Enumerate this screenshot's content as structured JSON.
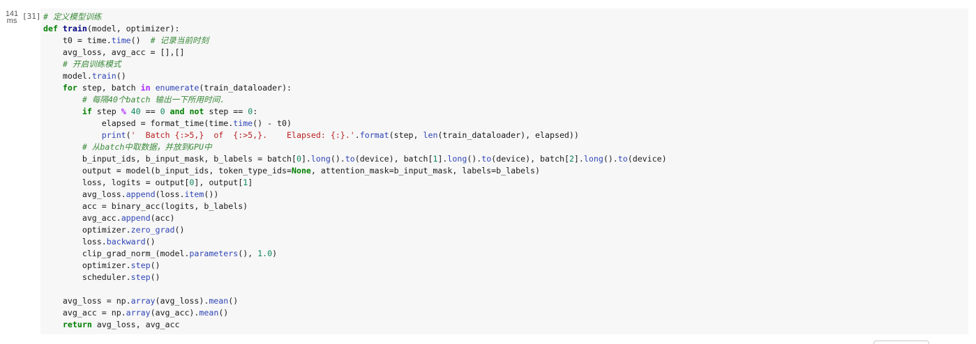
{
  "cell": {
    "exec_time_value": "141",
    "exec_time_unit": "ms",
    "exec_count": "[31]",
    "lines": [
      [
        [
          "cm",
          "# 定义模型训练"
        ]
      ],
      [
        [
          "kw2",
          "def "
        ],
        [
          "def",
          "train"
        ],
        [
          "txt",
          "(model, optimizer):"
        ]
      ],
      [
        [
          "txt",
          "    t0 = time."
        ],
        [
          "fn",
          "time"
        ],
        [
          "txt",
          "()  "
        ],
        [
          "cm",
          "# 记录当前时刻"
        ]
      ],
      [
        [
          "txt",
          "    avg_loss, avg_acc = [],[]"
        ]
      ],
      [
        [
          "txt",
          "    "
        ],
        [
          "cm",
          "# 开启训练模式"
        ]
      ],
      [
        [
          "txt",
          "    model."
        ],
        [
          "fn",
          "train"
        ],
        [
          "txt",
          "()"
        ]
      ],
      [
        [
          "txt",
          "    "
        ],
        [
          "kw2",
          "for"
        ],
        [
          "txt",
          " step, batch "
        ],
        [
          "op",
          "in"
        ],
        [
          "txt",
          " "
        ],
        [
          "fn",
          "enumerate"
        ],
        [
          "txt",
          "(train_dataloader):"
        ]
      ],
      [
        [
          "txt",
          "        "
        ],
        [
          "cm",
          "# 每隔40个batch 输出一下所用时间."
        ]
      ],
      [
        [
          "txt",
          "        "
        ],
        [
          "kw2",
          "if"
        ],
        [
          "txt",
          " step "
        ],
        [
          "op",
          "%"
        ],
        [
          "txt",
          " "
        ],
        [
          "num",
          "40"
        ],
        [
          "txt",
          " == "
        ],
        [
          "num",
          "0"
        ],
        [
          "txt",
          " "
        ],
        [
          "kw2",
          "and not"
        ],
        [
          "txt",
          " step == "
        ],
        [
          "num",
          "0"
        ],
        [
          "txt",
          ":"
        ]
      ],
      [
        [
          "txt",
          "            elapsed = format_time(time."
        ],
        [
          "fn",
          "time"
        ],
        [
          "txt",
          "() - t0)"
        ]
      ],
      [
        [
          "txt",
          "            "
        ],
        [
          "fn",
          "print"
        ],
        [
          "txt",
          "("
        ],
        [
          "str",
          "'  Batch {:>5,}  of  {:>5,}.    Elapsed: {:}.'"
        ],
        [
          "txt",
          "."
        ],
        [
          "fn",
          "format"
        ],
        [
          "txt",
          "(step, "
        ],
        [
          "fn",
          "len"
        ],
        [
          "txt",
          "(train_dataloader), elapsed))"
        ]
      ],
      [
        [
          "txt",
          "        "
        ],
        [
          "cm",
          "# 从batch中取数据，并放到GPU中"
        ]
      ],
      [
        [
          "txt",
          "        b_input_ids, b_input_mask, b_labels = batch["
        ],
        [
          "num",
          "0"
        ],
        [
          "txt",
          "]."
        ],
        [
          "fn",
          "long"
        ],
        [
          "txt",
          "()."
        ],
        [
          "fn",
          "to"
        ],
        [
          "txt",
          "(device), batch["
        ],
        [
          "num",
          "1"
        ],
        [
          "txt",
          "]."
        ],
        [
          "fn",
          "long"
        ],
        [
          "txt",
          "()."
        ],
        [
          "fn",
          "to"
        ],
        [
          "txt",
          "(device), batch["
        ],
        [
          "num",
          "2"
        ],
        [
          "txt",
          "]."
        ],
        [
          "fn",
          "long"
        ],
        [
          "txt",
          "()."
        ],
        [
          "fn",
          "to"
        ],
        [
          "txt",
          "(device)"
        ]
      ],
      [
        [
          "txt",
          "        output = model(b_input_ids, token_type_ids="
        ],
        [
          "bool",
          "None"
        ],
        [
          "txt",
          ", attention_mask=b_input_mask, labels=b_labels)"
        ]
      ],
      [
        [
          "txt",
          "        loss, logits = output["
        ],
        [
          "num",
          "0"
        ],
        [
          "txt",
          "], output["
        ],
        [
          "num",
          "1"
        ],
        [
          "txt",
          "]"
        ]
      ],
      [
        [
          "txt",
          "        avg_loss."
        ],
        [
          "fn",
          "append"
        ],
        [
          "txt",
          "(loss."
        ],
        [
          "fn",
          "item"
        ],
        [
          "txt",
          "())"
        ]
      ],
      [
        [
          "txt",
          "        acc = binary_acc(logits, b_labels)"
        ]
      ],
      [
        [
          "txt",
          "        avg_acc."
        ],
        [
          "fn",
          "append"
        ],
        [
          "txt",
          "(acc)"
        ]
      ],
      [
        [
          "txt",
          "        optimizer."
        ],
        [
          "fn",
          "zero_grad"
        ],
        [
          "txt",
          "()"
        ]
      ],
      [
        [
          "txt",
          "        loss."
        ],
        [
          "fn",
          "backward"
        ],
        [
          "txt",
          "()"
        ]
      ],
      [
        [
          "txt",
          "        clip_grad_norm_(model."
        ],
        [
          "fn",
          "parameters"
        ],
        [
          "txt",
          "(), "
        ],
        [
          "num",
          "1.0"
        ],
        [
          "txt",
          ")"
        ]
      ],
      [
        [
          "txt",
          "        optimizer."
        ],
        [
          "fn",
          "step"
        ],
        [
          "txt",
          "()"
        ]
      ],
      [
        [
          "txt",
          "        scheduler."
        ],
        [
          "fn",
          "step"
        ],
        [
          "txt",
          "()"
        ]
      ],
      [
        [
          "txt",
          ""
        ]
      ],
      [
        [
          "txt",
          "    avg_loss = np."
        ],
        [
          "fn",
          "array"
        ],
        [
          "txt",
          "(avg_loss)."
        ],
        [
          "fn",
          "mean"
        ],
        [
          "txt",
          "()"
        ]
      ],
      [
        [
          "txt",
          "    avg_acc = np."
        ],
        [
          "fn",
          "array"
        ],
        [
          "txt",
          "(avg_acc)."
        ],
        [
          "fn",
          "mean"
        ],
        [
          "txt",
          "()"
        ]
      ],
      [
        [
          "txt",
          "    "
        ],
        [
          "kw2",
          "return"
        ],
        [
          "txt",
          " avg_loss, avg_acc"
        ]
      ]
    ]
  }
}
